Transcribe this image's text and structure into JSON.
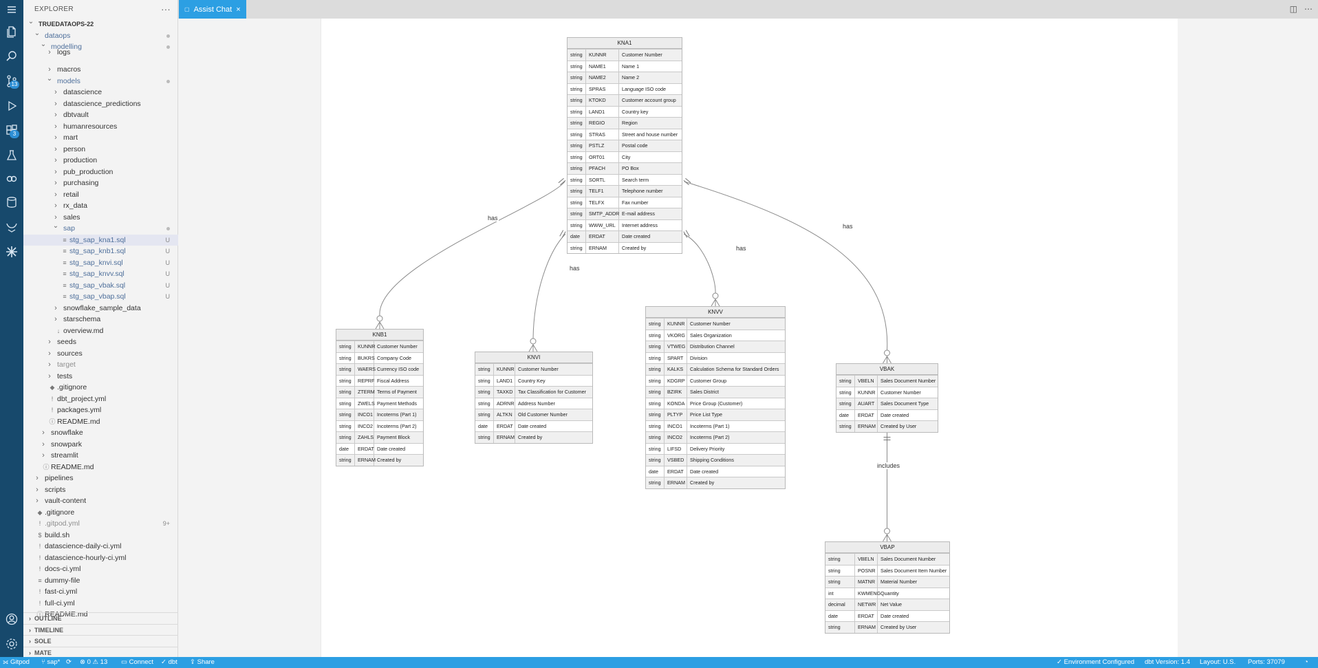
{
  "sidebar": {
    "title": "EXPLORER",
    "more": "···",
    "tree": [
      {
        "label": "TRUEDATAOPS-22",
        "chev": "v",
        "indent": 0,
        "bold": true
      },
      {
        "label": "dataops",
        "chev": "v",
        "indent": 1,
        "color": "blue",
        "status": "dot"
      },
      {
        "label": "modelling",
        "chev": "v",
        "indent": 2,
        "color": "blue",
        "status": "dot"
      },
      {
        "label": "logs",
        "chev": ">",
        "indent": 3,
        "partial": true
      },
      {
        "label": "macros",
        "chev": ">",
        "indent": 3
      },
      {
        "label": "models",
        "chev": "v",
        "indent": 3,
        "color": "blue",
        "status": "dot"
      },
      {
        "label": "datascience",
        "chev": ">",
        "indent": 4
      },
      {
        "label": "datascience_predictions",
        "chev": ">",
        "indent": 4
      },
      {
        "label": "dbtvault",
        "chev": ">",
        "indent": 4
      },
      {
        "label": "humanresources",
        "chev": ">",
        "indent": 4
      },
      {
        "label": "mart",
        "chev": ">",
        "indent": 4
      },
      {
        "label": "person",
        "chev": ">",
        "indent": 4
      },
      {
        "label": "production",
        "chev": ">",
        "indent": 4
      },
      {
        "label": "pub_production",
        "chev": ">",
        "indent": 4
      },
      {
        "label": "purchasing",
        "chev": ">",
        "indent": 4
      },
      {
        "label": "retail",
        "chev": ">",
        "indent": 4
      },
      {
        "label": "rx_data",
        "chev": ">",
        "indent": 4
      },
      {
        "label": "sales",
        "chev": ">",
        "indent": 4
      },
      {
        "label": "sap",
        "chev": "v",
        "indent": 4,
        "color": "blue",
        "status": "dot"
      },
      {
        "label": "stg_sap_kna1.sql",
        "file": true,
        "indent": 5,
        "color": "blue",
        "status": "U",
        "selected": true
      },
      {
        "label": "stg_sap_knb1.sql",
        "file": true,
        "indent": 5,
        "color": "blue",
        "status": "U"
      },
      {
        "label": "stg_sap_knvi.sql",
        "file": true,
        "indent": 5,
        "color": "blue",
        "status": "U"
      },
      {
        "label": "stg_sap_knvv.sql",
        "file": true,
        "indent": 5,
        "color": "blue",
        "status": "U"
      },
      {
        "label": "stg_sap_vbak.sql",
        "file": true,
        "indent": 5,
        "color": "blue",
        "status": "U"
      },
      {
        "label": "stg_sap_vbap.sql",
        "file": true,
        "indent": 5,
        "color": "blue",
        "status": "U"
      },
      {
        "label": "snowflake_sample_data",
        "chev": ">",
        "indent": 4
      },
      {
        "label": "starschema",
        "chev": ">",
        "indent": 4
      },
      {
        "label": "overview.md",
        "file": true,
        "icon": "↓",
        "indent": 4
      },
      {
        "label": "seeds",
        "chev": ">",
        "indent": 3
      },
      {
        "label": "sources",
        "chev": ">",
        "indent": 3
      },
      {
        "label": "target",
        "chev": ">",
        "indent": 3,
        "color": "grey"
      },
      {
        "label": "tests",
        "chev": ">",
        "indent": 3
      },
      {
        "label": ".gitignore",
        "file": true,
        "icon": "◆",
        "indent": 3
      },
      {
        "label": "dbt_project.yml",
        "file": true,
        "icon": "!",
        "indent": 3
      },
      {
        "label": "packages.yml",
        "file": true,
        "icon": "!",
        "indent": 3
      },
      {
        "label": "README.md",
        "file": true,
        "icon": "ⓘ",
        "indent": 3
      },
      {
        "label": "snowflake",
        "chev": ">",
        "indent": 2
      },
      {
        "label": "snowpark",
        "chev": ">",
        "indent": 2
      },
      {
        "label": "streamlit",
        "chev": ">",
        "indent": 2
      },
      {
        "label": "README.md",
        "file": true,
        "icon": "ⓘ",
        "indent": 2
      },
      {
        "label": "pipelines",
        "chev": ">",
        "indent": 1
      },
      {
        "label": "scripts",
        "chev": ">",
        "indent": 1
      },
      {
        "label": "vault-content",
        "chev": ">",
        "indent": 1
      },
      {
        "label": ".gitignore",
        "file": true,
        "icon": "◆",
        "indent": 1
      },
      {
        "label": ".gitpod.yml",
        "file": true,
        "icon": "!",
        "indent": 1,
        "color": "grey",
        "status": "9+"
      },
      {
        "label": "build.sh",
        "file": true,
        "icon": "$",
        "indent": 1
      },
      {
        "label": "datascience-daily-ci.yml",
        "file": true,
        "icon": "!",
        "indent": 1
      },
      {
        "label": "datascience-hourly-ci.yml",
        "file": true,
        "icon": "!",
        "indent": 1
      },
      {
        "label": "docs-ci.yml",
        "file": true,
        "icon": "!",
        "indent": 1
      },
      {
        "label": "dummy-file",
        "file": true,
        "icon": "≡",
        "indent": 1
      },
      {
        "label": "fast-ci.yml",
        "file": true,
        "icon": "!",
        "indent": 1
      },
      {
        "label": "full-ci.yml",
        "file": true,
        "icon": "!",
        "indent": 1
      },
      {
        "label": "README.md",
        "file": true,
        "icon": "ⓘ",
        "indent": 1
      }
    ],
    "panels": [
      "OUTLINE",
      "TIMELINE",
      "SOLE",
      "MATE"
    ]
  },
  "activity": {
    "icons": [
      "menu-icon",
      "files-icon",
      "search-icon",
      "source-control-icon",
      "run-debug-icon",
      "extensions-icon",
      "testing-icon",
      "remote-icon",
      "database-icon",
      "snowflake-icon",
      "dataops-icon",
      "account-icon",
      "settings-icon"
    ],
    "badges": {
      "source_control": "13",
      "extensions": "3"
    }
  },
  "tab": {
    "label": "Assist Chat",
    "close": "×"
  },
  "diagram": {
    "entities": [
      {
        "name": "KNA1",
        "fields": [
          [
            "string",
            "KUNNR",
            "Customer Number"
          ],
          [
            "string",
            "NAME1",
            "Name 1"
          ],
          [
            "string",
            "NAME2",
            "Name 2"
          ],
          [
            "string",
            "SPRAS",
            "Language ISO code"
          ],
          [
            "string",
            "KTOKD",
            "Customer account group"
          ],
          [
            "string",
            "LAND1",
            "Country key"
          ],
          [
            "string",
            "REGIO",
            "Region"
          ],
          [
            "string",
            "STRAS",
            "Street and house number"
          ],
          [
            "string",
            "PSTLZ",
            "Postal code"
          ],
          [
            "string",
            "ORT01",
            "City"
          ],
          [
            "string",
            "PFACH",
            "PO Box"
          ],
          [
            "string",
            "SORTL",
            "Search term"
          ],
          [
            "string",
            "TELF1",
            "Telephone number"
          ],
          [
            "string",
            "TELFX",
            "Fax number"
          ],
          [
            "string",
            "SMTP_ADDR",
            "E-mail address"
          ],
          [
            "string",
            "WWW_URL",
            "Internet address"
          ],
          [
            "date",
            "ERDAT",
            "Date created"
          ],
          [
            "string",
            "ERNAM",
            "Created by"
          ]
        ]
      },
      {
        "name": "KNB1",
        "fields": [
          [
            "string",
            "KUNNR",
            "Customer Number"
          ],
          [
            "string",
            "BUKRS",
            "Company Code"
          ],
          [
            "string",
            "WAERS",
            "Currency ISO code"
          ],
          [
            "string",
            "REPRF",
            "Fiscal Address"
          ],
          [
            "string",
            "ZTERM",
            "Terms of Payment"
          ],
          [
            "string",
            "ZWELS",
            "Payment Methods"
          ],
          [
            "string",
            "INCO1",
            "Incoterms (Part 1)"
          ],
          [
            "string",
            "INCO2",
            "Incoterms (Part 2)"
          ],
          [
            "string",
            "ZAHLS",
            "Payment Block"
          ],
          [
            "date",
            "ERDAT",
            "Date created"
          ],
          [
            "string",
            "ERNAM",
            "Created by"
          ]
        ]
      },
      {
        "name": "KNVI",
        "fields": [
          [
            "string",
            "KUNNR",
            "Customer Number"
          ],
          [
            "string",
            "LAND1",
            "Country Key"
          ],
          [
            "string",
            "TAXKD",
            "Tax Classification for Customer"
          ],
          [
            "string",
            "ADRNR",
            "Address Number"
          ],
          [
            "string",
            "ALTKN",
            "Old Customer Number"
          ],
          [
            "date",
            "ERDAT",
            "Date created"
          ],
          [
            "string",
            "ERNAM",
            "Created by"
          ]
        ]
      },
      {
        "name": "KNVV",
        "fields": [
          [
            "string",
            "KUNNR",
            "Customer Number"
          ],
          [
            "string",
            "VKORG",
            "Sales Organization"
          ],
          [
            "string",
            "VTWEG",
            "Distribution Channel"
          ],
          [
            "string",
            "SPART",
            "Division"
          ],
          [
            "string",
            "KALKS",
            "Calculation Schema for Standard Orders"
          ],
          [
            "string",
            "KDGRP",
            "Customer Group"
          ],
          [
            "string",
            "BZIRK",
            "Sales District"
          ],
          [
            "string",
            "KONDA",
            "Price Group (Customer)"
          ],
          [
            "string",
            "PLTYP",
            "Price List Type"
          ],
          [
            "string",
            "INCO1",
            "Incoterms (Part 1)"
          ],
          [
            "string",
            "INCO2",
            "Incoterms (Part 2)"
          ],
          [
            "string",
            "LIFSD",
            "Delivery Priority"
          ],
          [
            "string",
            "VSBED",
            "Shipping Conditions"
          ],
          [
            "date",
            "ERDAT",
            "Date created"
          ],
          [
            "string",
            "ERNAM",
            "Created by"
          ]
        ]
      },
      {
        "name": "VBAK",
        "fields": [
          [
            "string",
            "VBELN",
            "Sales Document Number"
          ],
          [
            "string",
            "KUNNR",
            "Customer Number"
          ],
          [
            "string",
            "AUART",
            "Sales Document Type"
          ],
          [
            "date",
            "ERDAT",
            "Date created"
          ],
          [
            "string",
            "ERNAM",
            "Created by User"
          ]
        ]
      },
      {
        "name": "VBAP",
        "fields": [
          [
            "string",
            "VBELN",
            "Sales Document Number"
          ],
          [
            "string",
            "POSNR",
            "Sales Document Item Number"
          ],
          [
            "string",
            "MATNR",
            "Material Number"
          ],
          [
            "int",
            "KWMENG",
            "Quantity"
          ],
          [
            "decimal",
            "NETWR",
            "Net Value"
          ],
          [
            "date",
            "ERDAT",
            "Date created"
          ],
          [
            "string",
            "ERNAM",
            "Created by User"
          ]
        ]
      }
    ],
    "relations": [
      {
        "from": "KNA1",
        "to": "KNB1",
        "label": "has"
      },
      {
        "from": "KNA1",
        "to": "KNVI",
        "label": "has"
      },
      {
        "from": "KNA1",
        "to": "KNVV",
        "label": "has"
      },
      {
        "from": "KNA1",
        "to": "VBAK",
        "label": "has"
      },
      {
        "from": "VBAK",
        "to": "VBAP",
        "label": "includes"
      }
    ]
  },
  "statusbar": {
    "gitpod": "Gitpod",
    "branch": "sap*",
    "sync": "⟳",
    "problems": "⊗ 0 ⚠ 13",
    "connect": "Connect",
    "dbt": "dbt",
    "share": "Share",
    "env": "Environment Configured",
    "dbt_version": "dbt Version: 1.4",
    "layout": "Layout: U.S.",
    "ports": "Ports: 37079"
  }
}
